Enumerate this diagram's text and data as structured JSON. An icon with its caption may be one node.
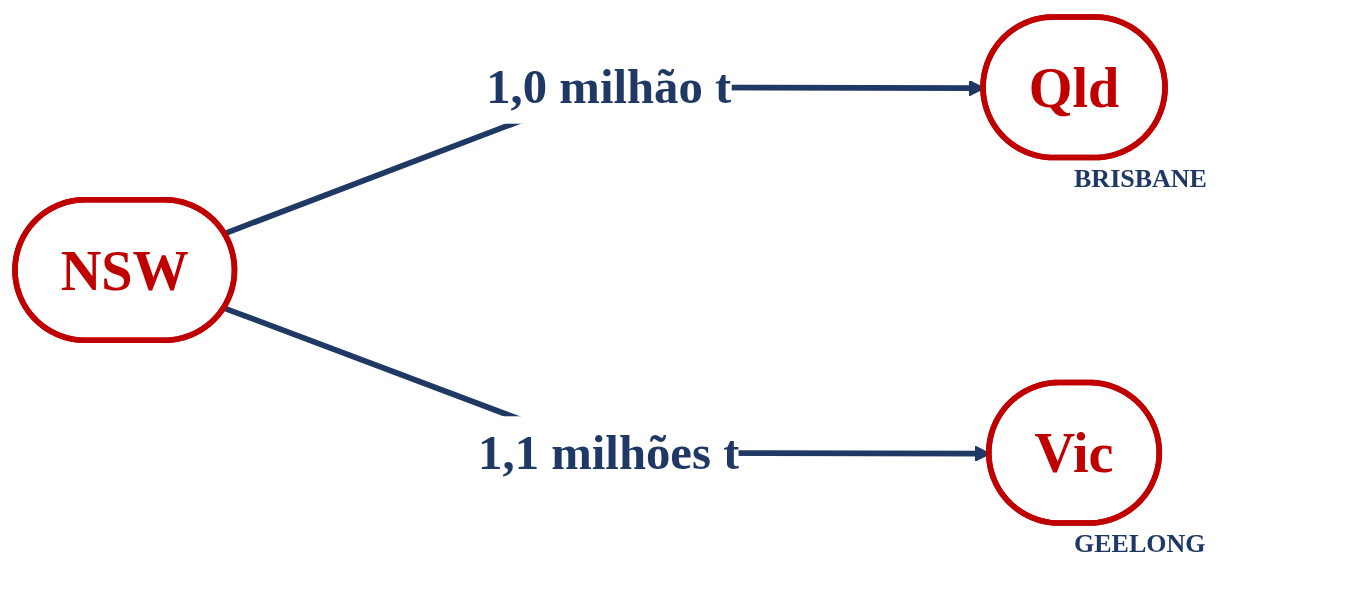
{
  "diagram": {
    "nodes": [
      {
        "text": [
          "NSW"
        ]
      },
      {
        "text": [
          "Qld"
        ],
        "beside": [
          "BRISBANE"
        ]
      },
      {
        "text": [
          "Vic"
        ],
        "beside": [
          "GEELONG"
        ]
      }
    ],
    "edges": [
      {
        "from": 0,
        "to": 1,
        "arrow": "to",
        "label": "1,0 milhão t"
      },
      {
        "from": 0,
        "to": 2,
        "arrow": "to",
        "label": "1,1 milhões t"
      }
    ]
  }
}
